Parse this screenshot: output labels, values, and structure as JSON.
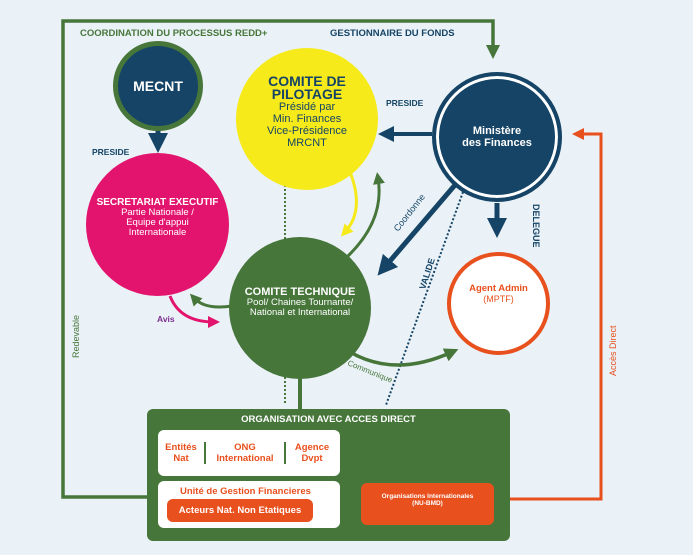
{
  "headers": {
    "coordination": "COORDINATION DU PROCESSUS REDD+",
    "gestionnaire": "GESTIONNAIRE DU FONDS"
  },
  "nodes": {
    "mecnt": {
      "title": "MECNT"
    },
    "pilotage": {
      "title": "COMITE DE PILOTAGE",
      "lines": [
        "Présidé par",
        "Min. Finances",
        "Vice-Présidence",
        "MRCNT"
      ]
    },
    "ministere": {
      "title_1": "Ministère",
      "title_2": "des Finances"
    },
    "secretariat": {
      "title": "SECRETARIAT EXECUTIF",
      "lines": [
        "Partie Nationale /",
        "Equipe d'appui",
        "Internationale"
      ]
    },
    "technique": {
      "title": "COMITE TECHNIQUE",
      "lines": [
        "Pool/ Chaines Tournante/",
        "National et International"
      ]
    },
    "agent": {
      "title": "Agent Admin",
      "subtitle": "(MPTF)"
    }
  },
  "edge_labels": {
    "preside_left": "PRESIDE",
    "preside_right": "PRESIDE",
    "coordonne": "Coordonne",
    "valide": "VALIDE",
    "delegue": "DELEGUE",
    "avis": "Avis",
    "communique": "Communique",
    "redevable": "Redevable",
    "acces_direct": "Accès Direct"
  },
  "organisation": {
    "title": "ORGANISATION AVEC ACCES DIRECT",
    "entities": [
      [
        "Entités",
        "Nat"
      ],
      [
        "ONG",
        "International"
      ],
      [
        "Agence",
        "Dvpt"
      ]
    ],
    "ugf": "Unité de Gestion Financieres",
    "acteurs": "Acteurs Nat. Non Etatiques",
    "intl_1": "Organisations  Internationales",
    "intl_2": "(NU-BMD)"
  },
  "colors": {
    "green": "#47763b",
    "navy": "#154466",
    "pink": "#e3146e",
    "yellow": "#f6ea1a",
    "orange": "#e8501e",
    "purple": "#7b2d8e"
  }
}
